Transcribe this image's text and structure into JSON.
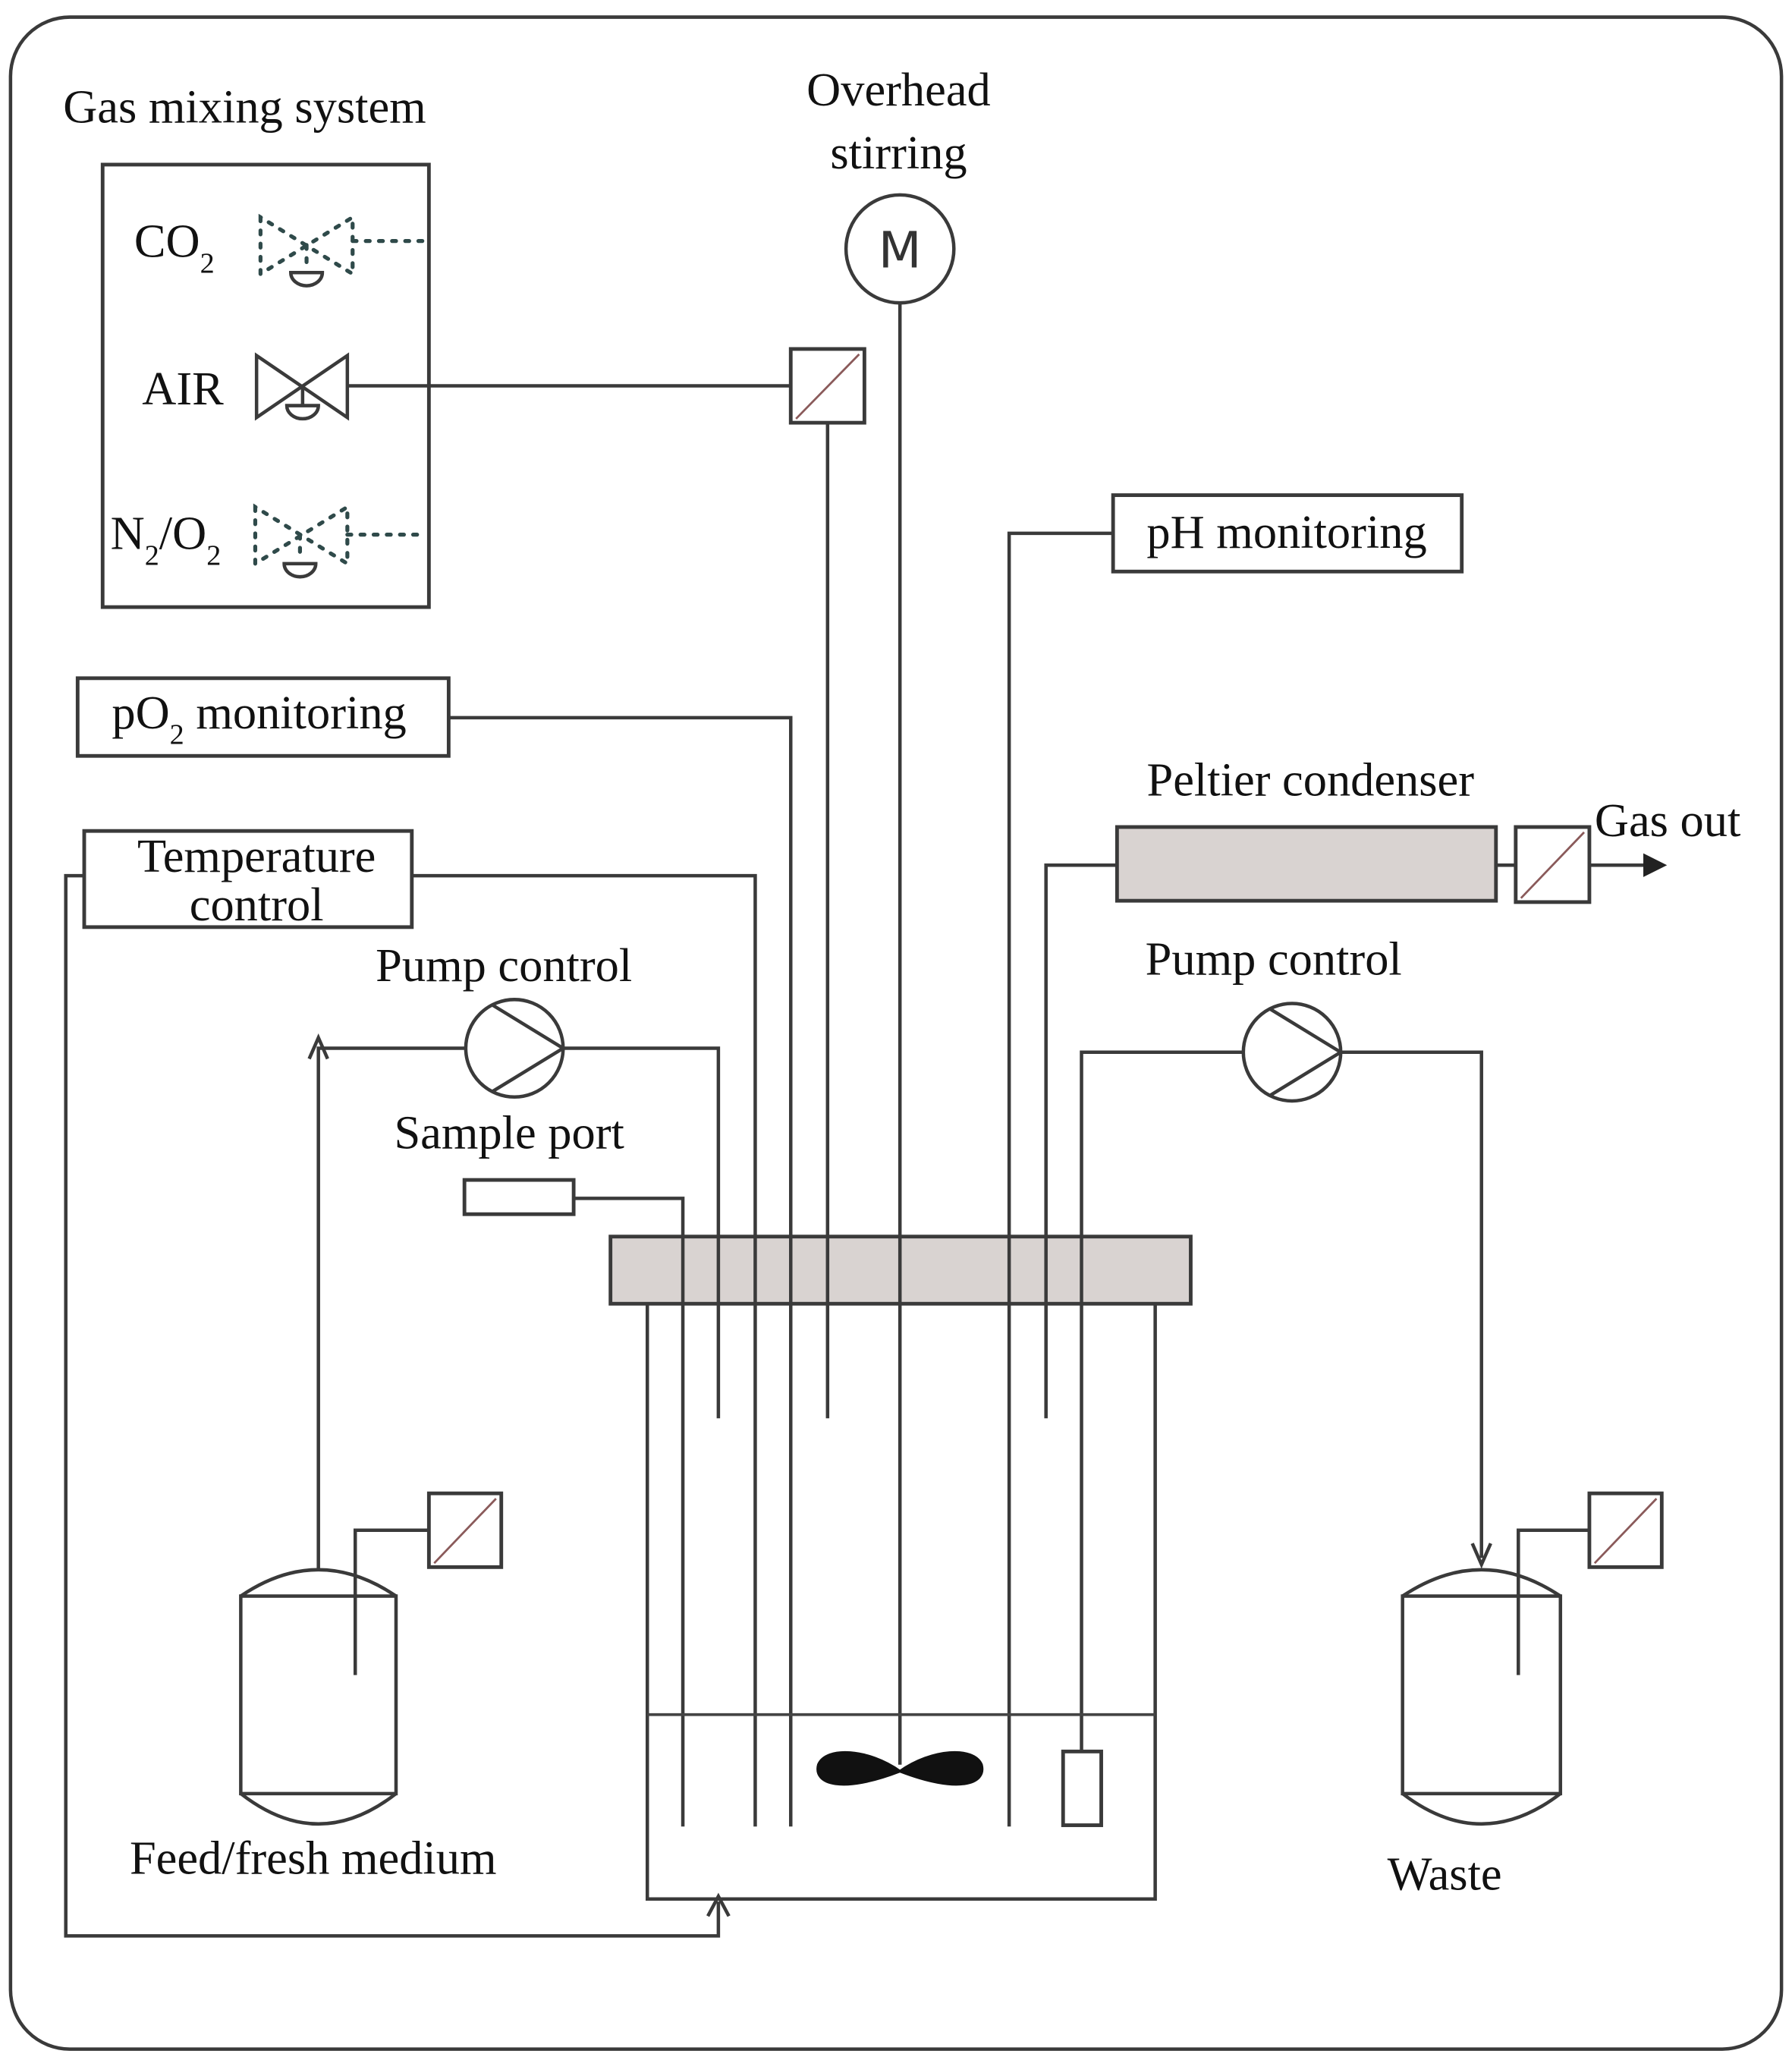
{
  "figure": {
    "type": "bioreactor-schematic",
    "colors": {
      "line": "#3a3a3a",
      "shaded_component": "#d9d3d1",
      "background": "#ffffff"
    }
  },
  "gas_mixing": {
    "title": "Gas mixing system",
    "valves": [
      {
        "label": "CO",
        "subscript": "2",
        "active": false
      },
      {
        "label": "AIR",
        "subscript": "",
        "active": true
      },
      {
        "label": "N",
        "sub1": "2",
        "mid": "/O",
        "sub2": "2",
        "active": false
      }
    ]
  },
  "overhead": {
    "line1": "Overhead",
    "line2": "stirring",
    "motor_symbol": "M"
  },
  "ph_monitoring": {
    "label": "pH monitoring"
  },
  "po2_monitoring": {
    "prefix": "pO",
    "subscript": "2",
    "suffix": " monitoring"
  },
  "temperature_control": {
    "line1": "Temperature",
    "line2": "control"
  },
  "pump_left": {
    "label": "Pump control"
  },
  "pump_right": {
    "label": "Pump control"
  },
  "sample_port": {
    "label": "Sample port"
  },
  "peltier": {
    "label": "Peltier condenser"
  },
  "gas_out": {
    "label": "Gas out"
  },
  "feed": {
    "label": "Feed/fresh medium"
  },
  "waste": {
    "label": "Waste"
  }
}
